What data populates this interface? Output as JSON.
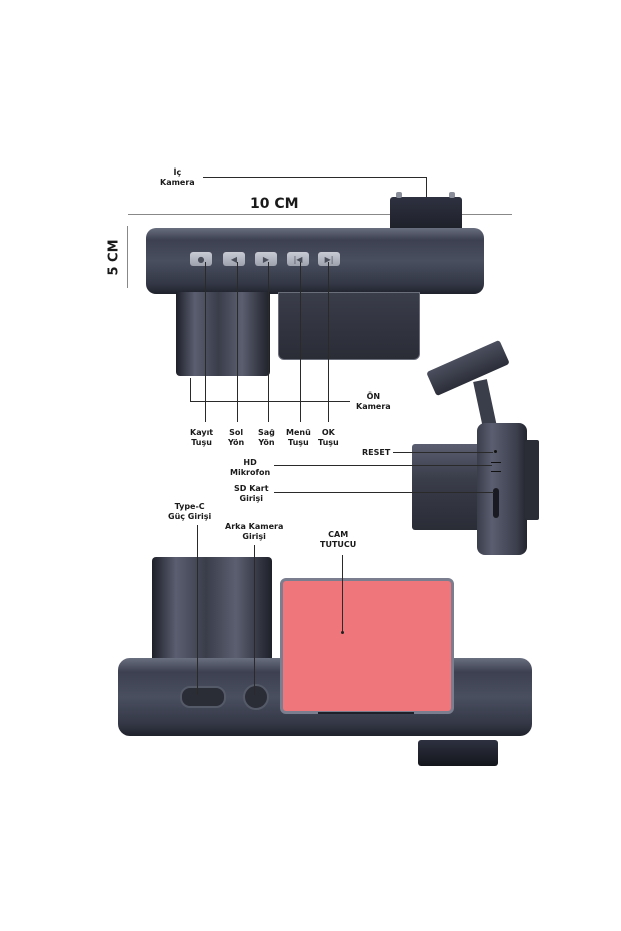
{
  "dimensions": {
    "width_label": "10 CM",
    "height_label": "5 CM"
  },
  "top_view": {
    "labels": {
      "ic_kamera_line1": "İç",
      "ic_kamera_line2": "Kamera",
      "on_kamera_line1": "ÖN",
      "on_kamera_line2": "Kamera"
    },
    "buttons": [
      {
        "icon": "record-icon",
        "glyph": "●",
        "label_line1": "Kayıt",
        "label_line2": "Tuşu"
      },
      {
        "icon": "left-arrow-icon",
        "glyph": "◀",
        "label_line1": "Sol",
        "label_line2": "Yön"
      },
      {
        "icon": "right-arrow-icon",
        "glyph": "▶",
        "label_line1": "Sağ",
        "label_line2": "Yön"
      },
      {
        "icon": "skip-back-icon",
        "glyph": "|◀",
        "label_line1": "Menü",
        "label_line2": "Tuşu"
      },
      {
        "icon": "skip-forward-icon",
        "glyph": "▶|",
        "label_line1": "OK",
        "label_line2": "Tuşu"
      }
    ]
  },
  "side_view": {
    "labels": {
      "reset": "RESET",
      "mic_line1": "HD",
      "mic_line2": "Mikrofon",
      "sd_line1": "SD Kart",
      "sd_line2": "Girişi"
    }
  },
  "bottom_view": {
    "labels": {
      "typec_line1": "Type-C",
      "typec_line2": "Güç Girişi",
      "rear_line1": "Arka Kamera",
      "rear_line2": "Girişi",
      "cam_line1": "CAM",
      "cam_line2": "TUTUCU"
    }
  },
  "colors": {
    "device_body": "#41455a",
    "adhesive_pad": "#ef767a",
    "button": "#b6b9c4"
  }
}
